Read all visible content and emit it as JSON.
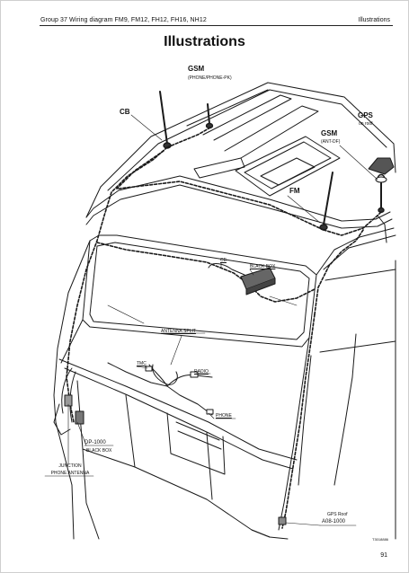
{
  "header": {
    "left": "Group 37 Wiring diagram FM9, FM12, FH12, FH16, NH12",
    "right": "Illustrations"
  },
  "title": "Illustrations",
  "labels": {
    "gsm_top": "GSM",
    "gsm_top_sub": "(PHONE/PHONE-PK)",
    "cb": "CB",
    "gps": "GPS",
    "gps_sub": "on roof",
    "gsm_right": "GSM",
    "gsm_right_sub": "(ANT-DF)",
    "fm": "FM",
    "cb_small": "CB",
    "black_box": "BLACK BOX",
    "antenna_split": "ANTENNA SPLIT",
    "tmc": "TMC",
    "radio": "RADIO",
    "phone": "PHONE",
    "dp_1000": "DP-1000",
    "dp_1000_sub": "BLACK BOX",
    "junction_line1": "JUNCTION",
    "junction_line2": "PHONE ANTENNA",
    "gps_roof": "GPS Roof",
    "a08_1000": "A08-1000",
    "figure_code": "T3018886"
  },
  "page_number": "91"
}
